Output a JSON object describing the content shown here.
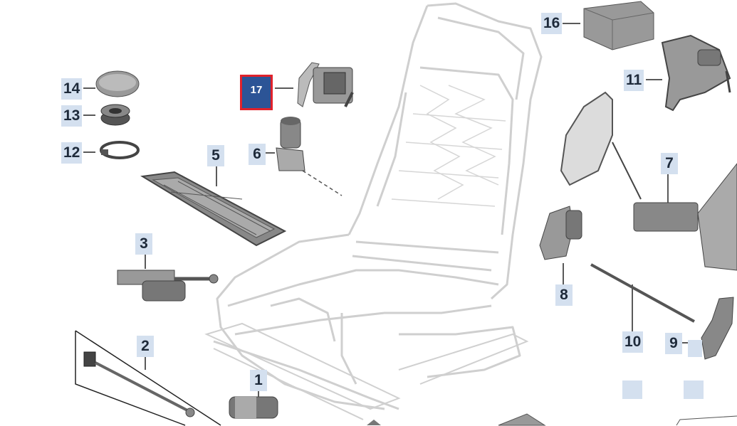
{
  "diagram": {
    "selected_callout": "17",
    "callouts": [
      {
        "id": "c1",
        "label": "1"
      },
      {
        "id": "c2",
        "label": "2"
      },
      {
        "id": "c3",
        "label": "3"
      },
      {
        "id": "c5",
        "label": "5"
      },
      {
        "id": "c6",
        "label": "6"
      },
      {
        "id": "c7",
        "label": "7"
      },
      {
        "id": "c8",
        "label": "8"
      },
      {
        "id": "c9",
        "label": "9"
      },
      {
        "id": "c10",
        "label": "10"
      },
      {
        "id": "c11",
        "label": "11"
      },
      {
        "id": "c12",
        "label": "12"
      },
      {
        "id": "c13",
        "label": "13"
      },
      {
        "id": "c14",
        "label": "14"
      },
      {
        "id": "c16",
        "label": "16"
      },
      {
        "id": "c17",
        "label": "17"
      }
    ]
  },
  "colors": {
    "callout_bg": "#d4e0ef",
    "callout_text": "#1e2a3a",
    "selected_bg": "#2c5496",
    "selected_border": "#e0222b",
    "frame_stroke": "#c9c9c9",
    "part_stroke": "#555555"
  }
}
